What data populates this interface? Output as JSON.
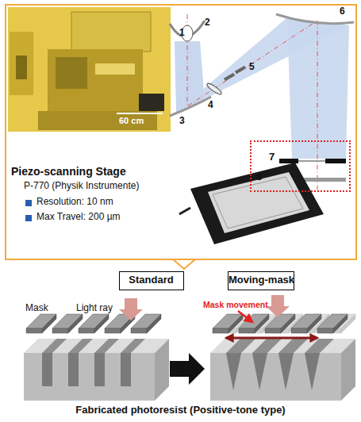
{
  "diagram": {
    "caption": "Fabricated photoresist (Positive-tone type)",
    "nodes": [
      {
        "text": [
          "Piezo-scanning Stage",
          "P-770 (Physik Instrumente)",
          "Resolution: 10 nm",
          "Max Travel: 200 µm"
        ]
      },
      {
        "text": [
          "7",
          "8"
        ],
        "in": 0
      },
      {
        "text": [
          "Standard"
        ]
      },
      {
        "text": [
          "Moving-mask"
        ]
      }
    ],
    "labels": [
      "60 cm",
      "1",
      "2",
      "3",
      "4",
      "5",
      "6",
      "Mask",
      "Light ray",
      "Mask movement"
    ]
  }
}
